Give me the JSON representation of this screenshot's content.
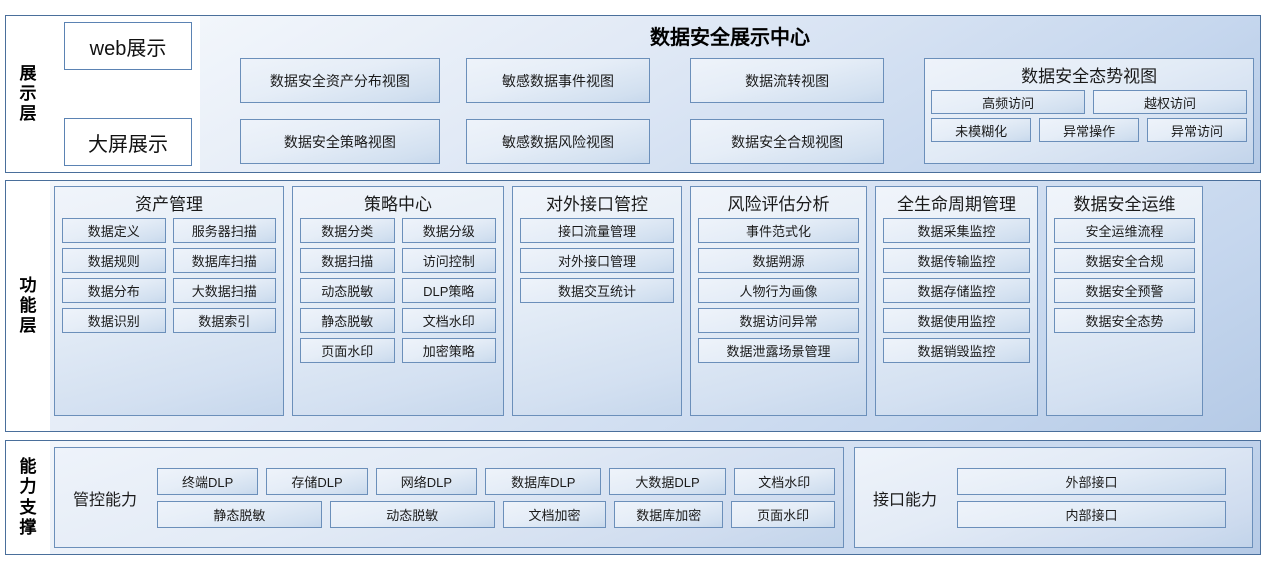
{
  "diagram": {
    "title": "数据安全展示中心"
  },
  "layers": {
    "display": {
      "label_chars": [
        "展",
        "示",
        "层"
      ],
      "title": "数据安全展示中心",
      "channels": [
        "web展示",
        "大屏展示"
      ],
      "views_col1": [
        "数据安全资产分布视图",
        "数据安全策略视图"
      ],
      "views_col2": [
        "敏感数据事件视图",
        "敏感数据风险视图"
      ],
      "views_col3": [
        "数据流转视图",
        "数据安全合规视图"
      ],
      "situation": {
        "title": "数据安全态势视图",
        "row1": [
          "高频访问",
          "越权访问"
        ],
        "row2": [
          "未模糊化",
          "异常操作",
          "异常访问"
        ]
      }
    },
    "function": {
      "label_chars": [
        "功",
        "能",
        "层"
      ],
      "groups": [
        {
          "title": "资产管理",
          "col1": [
            "数据定义",
            "数据规则",
            "数据分布",
            "数据识别"
          ],
          "col2": [
            "服务器扫描",
            "数据库扫描",
            "大数据扫描",
            "数据索引"
          ]
        },
        {
          "title": "策略中心",
          "col1": [
            "数据分类",
            "数据扫描",
            "动态脱敏",
            "静态脱敏",
            "页面水印"
          ],
          "col2": [
            "数据分级",
            "访问控制",
            "DLP策略",
            "文档水印",
            "加密策略"
          ]
        },
        {
          "title": "对外接口管控",
          "items": [
            "接口流量管理",
            "对外接口管理",
            "数据交互统计"
          ]
        },
        {
          "title": "风险评估分析",
          "items": [
            "事件范式化",
            "数据朔源",
            "人物行为画像",
            "数据访问异常",
            "数据泄露场景管理"
          ]
        },
        {
          "title": "全生命周期管理",
          "items": [
            "数据采集监控",
            "数据传输监控",
            "数据存储监控",
            "数据使用监控",
            "数据销毁监控"
          ]
        },
        {
          "title": "数据安全运维",
          "items": [
            "安全运维流程",
            "数据安全合规",
            "数据安全预警",
            "数据安全态势"
          ]
        }
      ]
    },
    "capability": {
      "label_chars": [
        "能",
        "力",
        "支",
        "撑"
      ],
      "control": {
        "title": "管控能力",
        "row1": [
          "终端DLP",
          "存储DLP",
          "网络DLP",
          "数据库DLP",
          "大数据DLP",
          "文档水印"
        ],
        "row2": [
          "静态脱敏",
          "动态脱敏",
          "文档加密",
          "数据库加密",
          "页面水印"
        ]
      },
      "interface": {
        "title": "接口能力",
        "items": [
          "外部接口",
          "内部接口"
        ]
      }
    }
  },
  "colors": {
    "frame_border": "#4a6f9b",
    "cell_border": "#6b8fba",
    "gradient_start": "#f2f6fb",
    "gradient_end": "#b5cae6",
    "text": "#1a1a1a"
  }
}
